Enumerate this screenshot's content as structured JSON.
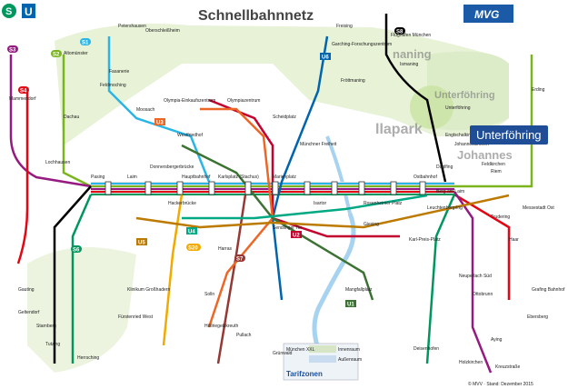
{
  "title": "Schnellbahnnetz",
  "brand": "MVG",
  "tooltip": "Unterföhring",
  "overlay_labels": {
    "naning": "naning",
    "unterfoehring": "Unterföhring",
    "allapark": "llapark",
    "johannes": "Johannes"
  },
  "zone_labels": {
    "innenraum": "Innenraum",
    "aussenraum": "Außenraum",
    "tarifzonen": "Tarifzonen",
    "muenchen_xxl": "München XXL"
  },
  "map_credit": "© MVV · Stand: Dezember 2015",
  "lines": {
    "S1": "#29b5e6",
    "S2": "#7ab51d",
    "S3": "#951b81",
    "S4": "#e30613",
    "S6": "#00975f",
    "S7": "#963833",
    "S8": "#000000",
    "S20": "#f0aa00",
    "U1": "#3c7233",
    "U2": "#c4022e",
    "U3": "#ec6725",
    "U4": "#00a984",
    "U5": "#bc7a00",
    "U6": "#0065ae",
    "U7": "#3c7233"
  },
  "badges": [
    {
      "id": "S1",
      "color": "#29b5e6"
    },
    {
      "id": "S2",
      "color": "#7ab51d"
    },
    {
      "id": "S3",
      "color": "#951b81"
    },
    {
      "id": "S4",
      "color": "#e30613"
    },
    {
      "id": "S6",
      "color": "#00975f"
    },
    {
      "id": "S7",
      "color": "#963833"
    },
    {
      "id": "S8",
      "color": "#000000"
    },
    {
      "id": "S20",
      "color": "#f0aa00"
    },
    {
      "id": "U1",
      "color": "#3c7233"
    },
    {
      "id": "U2",
      "color": "#c4022e"
    },
    {
      "id": "U3",
      "color": "#ec6725"
    },
    {
      "id": "U4",
      "color": "#00a984"
    },
    {
      "id": "U5",
      "color": "#bc7a00"
    },
    {
      "id": "U6",
      "color": "#0065ae"
    }
  ],
  "stations": [
    {
      "name": "Marienplatz"
    },
    {
      "name": "Karlsplatz (Stachus)"
    },
    {
      "name": "Hauptbahnhof"
    },
    {
      "name": "Ostbahnhof"
    },
    {
      "name": "Pasing"
    },
    {
      "name": "Laim"
    },
    {
      "name": "Donnersbergerbrücke"
    },
    {
      "name": "Hackerbrücke"
    },
    {
      "name": "Isartor"
    },
    {
      "name": "Rosenheimer Platz"
    },
    {
      "name": "Leuchtenbergring"
    },
    {
      "name": "Berg am Laim"
    },
    {
      "name": "Riem"
    },
    {
      "name": "Feldkirchen"
    },
    {
      "name": "Unterföhring"
    },
    {
      "name": "Ismaning"
    },
    {
      "name": "Johanneskirchen"
    },
    {
      "name": "Englschalking"
    },
    {
      "name": "Daglfing"
    },
    {
      "name": "Flughafen München"
    },
    {
      "name": "Freising"
    },
    {
      "name": "Moosach"
    },
    {
      "name": "Olympia-Einkaufszentrum"
    },
    {
      "name": "Olympiazentrum"
    },
    {
      "name": "Scheidplatz"
    },
    {
      "name": "Münchner Freiheit"
    },
    {
      "name": "Sendlinger Tor"
    },
    {
      "name": "Harras"
    },
    {
      "name": "Giesing"
    },
    {
      "name": "Solln"
    },
    {
      "name": "Höllriegelskreuth"
    },
    {
      "name": "Gauting"
    },
    {
      "name": "Starnberg"
    },
    {
      "name": "Tutzing"
    },
    {
      "name": "Mammendorf"
    },
    {
      "name": "Petershausen"
    },
    {
      "name": "Erding"
    },
    {
      "name": "Ebersberg"
    },
    {
      "name": "Holzkirchen"
    },
    {
      "name": "Deisenhofen"
    },
    {
      "name": "Kreuzstraße"
    },
    {
      "name": "Fürstenried West"
    },
    {
      "name": "Klinikum Großhadern"
    },
    {
      "name": "Mangfallplatz"
    },
    {
      "name": "Messestadt Ost"
    },
    {
      "name": "Garching-Forschungszentrum"
    },
    {
      "name": "Fröttmaning"
    },
    {
      "name": "Westfriedhof"
    },
    {
      "name": "Karl-Preis-Platz"
    },
    {
      "name": "Neuperlach Süd"
    },
    {
      "name": "Trudering"
    },
    {
      "name": "Haar"
    },
    {
      "name": "Grafing Bahnhof"
    },
    {
      "name": "Aying"
    },
    {
      "name": "Pullach"
    },
    {
      "name": "Grünwald"
    },
    {
      "name": "Ottobrunn"
    },
    {
      "name": "Geltendorf"
    },
    {
      "name": "Herrsching"
    },
    {
      "name": "Dachau"
    },
    {
      "name": "Altomünster"
    },
    {
      "name": "Lochhausen"
    },
    {
      "name": "Fasanerie"
    },
    {
      "name": "Feldmoching"
    },
    {
      "name": "Oberschleißheim"
    }
  ]
}
